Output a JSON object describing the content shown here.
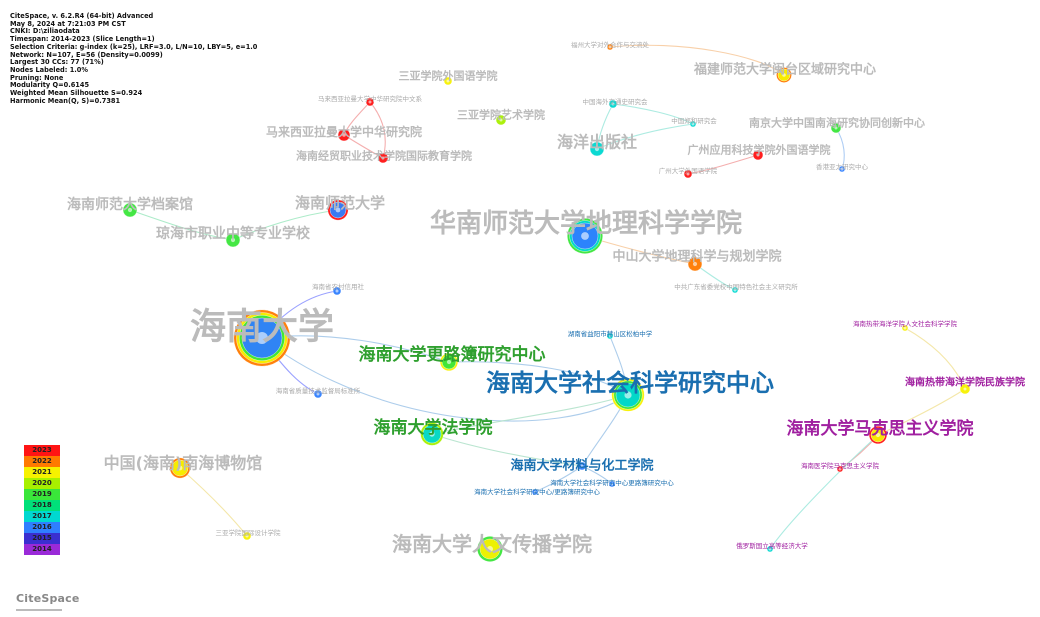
{
  "header_info": [
    "CiteSpace, v. 6.2.R4 (64-bit) Advanced",
    "May 8, 2024 at 7:21:03 PM CST",
    "CNKI: D:\\ziliaodata",
    "Timespan: 2014-2023 (Slice Length=1)",
    "Selection Criteria: g-index (k=25), LRF=3.0, L/N=10, LBY=5, e=1.0",
    "Network: N=107, E=56 (Density=0.0099)",
    "Largest 30 CCs: 77 (71%)",
    "Nodes Labeled: 1.0%",
    "Pruning: None",
    "Modularity Q=0.6145",
    "Weighted Mean Silhouette S=0.924",
    "Harmonic Mean(Q, S)=0.7381"
  ],
  "legend": [
    {
      "year": "2023",
      "color": "#ff1414"
    },
    {
      "year": "2022",
      "color": "#ff7a00"
    },
    {
      "year": "2021",
      "color": "#f7f200"
    },
    {
      "year": "2020",
      "color": "#a8f000"
    },
    {
      "year": "2019",
      "color": "#3ae63a"
    },
    {
      "year": "2018",
      "color": "#00e07a"
    },
    {
      "year": "2017",
      "color": "#00d8d0"
    },
    {
      "year": "2016",
      "color": "#2f7fff"
    },
    {
      "year": "2015",
      "color": "#3a2fd0"
    },
    {
      "year": "2014",
      "color": "#9a2ad8"
    }
  ],
  "logo": "CiteSpace",
  "nodes": [
    {
      "id": "hainan_univ",
      "label": "海南大学",
      "color": "#bbbbbb",
      "ring": [
        "#ff7a00",
        "#f7f200",
        "#3ae63a",
        "#2f7fff"
      ]
    },
    {
      "id": "hainan_social",
      "label": "海南大学社会科学研究中心",
      "color": "#1a6fb0",
      "ring": [
        "#f7f200",
        "#3ae63a",
        "#00d8d0"
      ]
    },
    {
      "id": "gengkun",
      "label": "海南大学更路簿研究中心",
      "color": "#2fa02f",
      "ring": [
        "#f7f200",
        "#3ae63a"
      ]
    },
    {
      "id": "law",
      "label": "海南大学法学院",
      "color": "#2fa02f",
      "ring": [
        "#a8f000",
        "#00d8d0"
      ]
    },
    {
      "id": "marx",
      "label": "海南大学马克思主义学院",
      "color": "#a020a0",
      "ring": [
        "#ff1414",
        "#f7f200"
      ]
    },
    {
      "id": "materials",
      "label": "海南大学材料与化工学院",
      "color": "#1a6fb0",
      "ring": [
        "#2f7fff"
      ]
    },
    {
      "id": "social_gengkun",
      "label": "海南大学社会科学研究中心更路簿研究中心",
      "color": "#1a6fb0",
      "ring": [
        "#2f7fff"
      ]
    },
    {
      "id": "social_gengkun2",
      "label": "海南大学社会科学研究中心/更路簿研究中心",
      "color": "#1a6fb0",
      "ring": [
        "#2f7fff"
      ]
    },
    {
      "id": "hunan",
      "label": "湖南省益阳市赫山区松柏中学",
      "color": "#1a6fb0",
      "ring": [
        "#00d8d0"
      ]
    },
    {
      "id": "humanities",
      "label": "海南大学人文传播学院",
      "color": "#bbbbbb",
      "ring": [
        "#3ae63a",
        "#f7f200"
      ]
    },
    {
      "id": "museum",
      "label": "中国(海南)南海博物馆",
      "color": "#bbbbbb",
      "ring": [
        "#ff7a00",
        "#f7f200"
      ]
    },
    {
      "id": "sanya_design",
      "label": "三亚学院国际设计学院",
      "color": "#aaaaaa",
      "ring": [
        "#f7f200"
      ]
    },
    {
      "id": "scnu_geo",
      "label": "华南师范大学地理科学学院",
      "color": "#bbbbbb",
      "ring": [
        "#3ae63a",
        "#00d8d0",
        "#2f7fff"
      ]
    },
    {
      "id": "sysu_geo",
      "label": "中山大学地理科学与规划学院",
      "color": "#bbbbbb",
      "ring": [
        "#ff7a00"
      ]
    },
    {
      "id": "gd_party",
      "label": "中共广东省委党校中国特色社会主义研究所",
      "color": "#aaaaaa",
      "ring": [
        "#00d8d0"
      ]
    },
    {
      "id": "hainan_normal",
      "label": "海南师范大学",
      "color": "#bbbbbb",
      "ring": [
        "#ff1414",
        "#2f7fff"
      ]
    },
    {
      "id": "hn_archive",
      "label": "海南师范大学档案馆",
      "color": "#bbbbbb",
      "ring": [
        "#3ae63a"
      ]
    },
    {
      "id": "qionghai",
      "label": "琼海市职业中等专业学校",
      "color": "#bbbbbb",
      "ring": [
        "#3ae63a"
      ]
    },
    {
      "id": "malaysia_chinese",
      "label": "马来西亚拉曼大学中华研究院",
      "color": "#bbbbbb",
      "ring": [
        "#ff1414"
      ]
    },
    {
      "id": "malaysia_text",
      "label": "马来西亚拉曼大学中华研究院中文系",
      "color": "#aaaaaa",
      "ring": [
        "#ff1414"
      ]
    },
    {
      "id": "hn_econ",
      "label": "海南经贸职业技术学院国际教育学院",
      "color": "#bbbbbb",
      "ring": [
        "#ff1414"
      ]
    },
    {
      "id": "sanya_foreign",
      "label": "三亚学院外国语学院",
      "color": "#bbbbbb",
      "ring": [
        "#f7f200"
      ]
    },
    {
      "id": "sanya_art",
      "label": "三亚学院艺术学院",
      "color": "#bbbbbb",
      "ring": [
        "#a8f000"
      ]
    },
    {
      "id": "ocean_press",
      "label": "海洋出版社",
      "color": "#bbbbbb",
      "ring": [
        "#00d8d0"
      ]
    },
    {
      "id": "china_overseas",
      "label": "中国海外交通史研究会",
      "color": "#aaaaaa",
      "ring": [
        "#00d8d0"
      ]
    },
    {
      "id": "china_zhenghe",
      "label": "中国郑和研究会",
      "color": "#aaaaaa",
      "ring": [
        "#00d8d0"
      ]
    },
    {
      "id": "fujian_normal",
      "label": "福建师范大学闽台区域研究中心",
      "color": "#bbbbbb",
      "ring": [
        "#ff7a00",
        "#f7f200"
      ]
    },
    {
      "id": "fuzhou_univ",
      "label": "福州大学对外合作与交流处",
      "color": "#aaaaaa",
      "ring": [
        "#ff7a00"
      ]
    },
    {
      "id": "nju_center",
      "label": "南京大学中国南海研究协同创新中心",
      "color": "#bbbbbb",
      "ring": [
        "#3ae63a"
      ]
    },
    {
      "id": "gd_applied",
      "label": "广州应用科技学院外国语学院",
      "color": "#bbbbbb",
      "ring": [
        "#ff1414"
      ]
    },
    {
      "id": "gz_univ",
      "label": "广州大学外国语学院",
      "color": "#aaaaaa",
      "ring": [
        "#ff1414"
      ]
    },
    {
      "id": "hk_research",
      "label": "香港亚太研究中心",
      "color": "#aaaaaa",
      "ring": [
        "#2f7fff"
      ]
    },
    {
      "id": "hn_credit",
      "label": "海南省农村信用社",
      "color": "#aaaaaa",
      "ring": [
        "#2f7fff"
      ]
    },
    {
      "id": "hn_quality",
      "label": "海南省质量技术监督局标准所",
      "color": "#aaaaaa",
      "ring": [
        "#2f7fff"
      ]
    },
    {
      "id": "tropical_social",
      "label": "海南热带海洋学院人文社会科学学院",
      "color": "#a020a0",
      "ring": [
        "#f7f200"
      ]
    },
    {
      "id": "tropical_ethnic",
      "label": "海南热带海洋学院民族学院",
      "color": "#a020a0",
      "ring": [
        "#f7f200"
      ]
    },
    {
      "id": "hn_medical",
      "label": "海南医学院马克思主义学院",
      "color": "#a020a0",
      "ring": [
        "#ff1414"
      ]
    },
    {
      "id": "russia_econ",
      "label": "俄罗斯国立高等经济大学",
      "color": "#a020a0",
      "ring": [
        "#00d8d0"
      ]
    }
  ]
}
